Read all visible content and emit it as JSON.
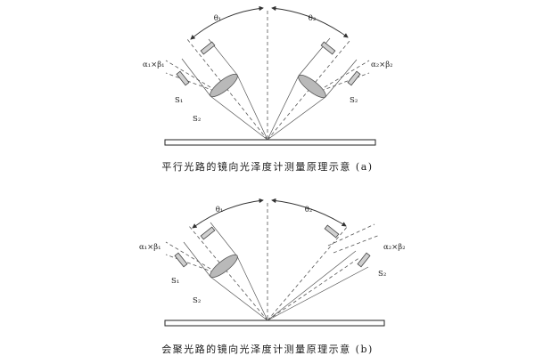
{
  "figures": {
    "a": {
      "caption": "平行光路的镜向光泽度计测量原理示意 (a)",
      "labels": {
        "theta_left": "θ₁",
        "theta_right": "θ₂",
        "aperture_left": "α₁×β₁",
        "aperture_right": "α₂×β₂",
        "source_left": "S₁",
        "slit_left": "S₂",
        "receiver_right": "S₂"
      }
    },
    "b": {
      "caption": "会聚光路的镜向光泽度计测量原理示意 (b)",
      "labels": {
        "theta_left": "θ₁",
        "theta_right": "θ₂",
        "aperture_left": "α₁×β₁",
        "aperture_right": "α₂×β₂",
        "source_left": "S₁",
        "slit_left": "S₂",
        "receiver_right": "S₂"
      }
    }
  }
}
